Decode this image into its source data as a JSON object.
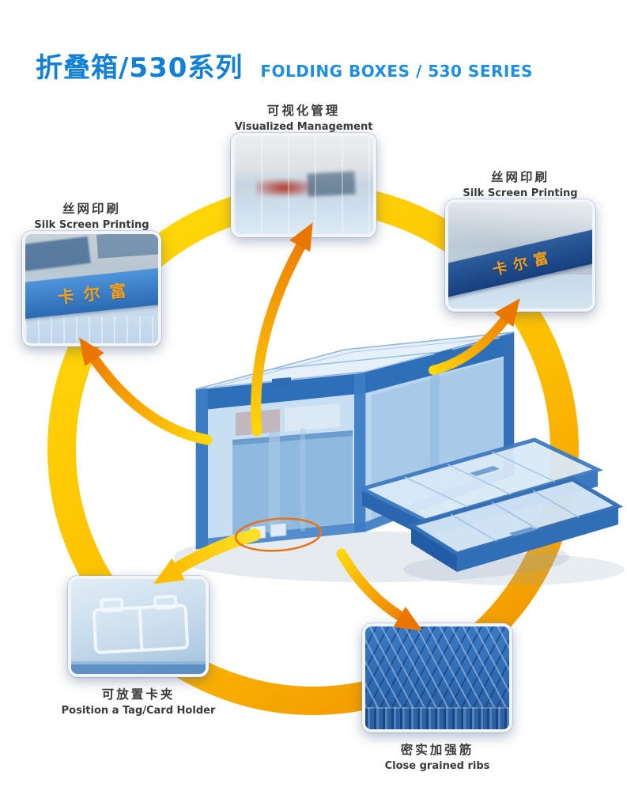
{
  "header": {
    "title_cn": "折叠箱/530系列",
    "title_en": "FOLDING BOXES / 530 SERIES"
  },
  "product": {
    "brand_text": "卡尔富"
  },
  "callouts": {
    "visualized_management": {
      "label_cn": "可视化管理",
      "label_en": "Visualized Management"
    },
    "silk_screen_right": {
      "label_cn": "丝网印刷",
      "label_en": "Silk Screen Printing"
    },
    "silk_screen_left": {
      "label_cn": "丝网印刷",
      "label_en": "Silk Screen Printing"
    },
    "card_holder": {
      "label_cn": "可放置卡夹",
      "label_en": "Position a Tag/Card Holder"
    },
    "ribs": {
      "label_cn": "密实加强筋",
      "label_en": "Close grained ribs"
    }
  },
  "icons": {
    "arrow": "tapered-curved-arrow",
    "highlight": "oval-highlight-outline",
    "ring": "circular-ring-graphic"
  },
  "colors": {
    "title_blue": "#1180d6",
    "ring_yellow": "#ffd908",
    "ring_orange": "#f29200",
    "arrow_orange": "#ee7f00",
    "box_blue": "#2e6fb9",
    "brand_orange": "#f6a11c",
    "label_gray": "#3a3a3c"
  }
}
